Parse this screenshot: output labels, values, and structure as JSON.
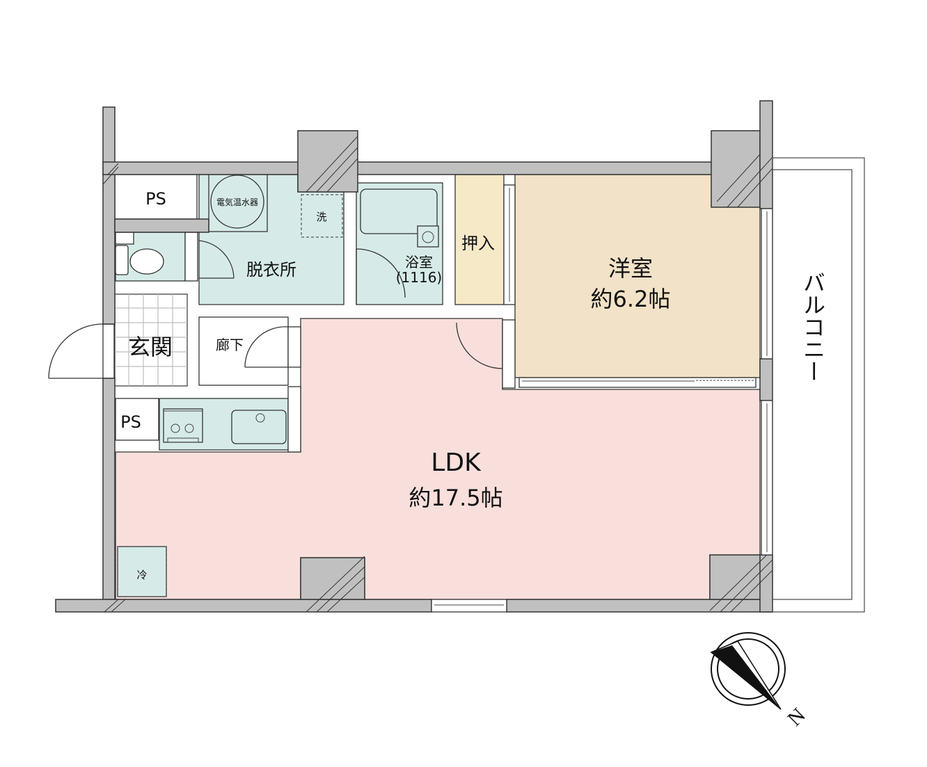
{
  "plan": {
    "rooms": {
      "ldk": {
        "name": "LDK",
        "size": "約17.5帖",
        "color": "#f8dfdc"
      },
      "western": {
        "name": "洋室",
        "size": "約6.2帖",
        "color": "#f2e2c7"
      },
      "closet": {
        "name": "押入",
        "color": "#f5e9c8"
      },
      "bath": {
        "name": "浴室",
        "size": "(1116)",
        "color": "#d6ebe8"
      },
      "dressing": {
        "name": "脱衣所",
        "color": "#d6ebe8"
      },
      "entrance": {
        "name": "玄関"
      },
      "hallway": {
        "name": "廊下"
      },
      "ps_top": {
        "name": "PS"
      },
      "ps_kitchen": {
        "name": "PS"
      },
      "balcony": {
        "name": "バルコニー"
      }
    },
    "fixtures": {
      "water_heater": "電気温水器",
      "washer": "洗",
      "fridge": "冷"
    },
    "compass": {
      "label": "N"
    },
    "colors": {
      "wall": "#c0c0c0",
      "wet_area": "#d6ebe8"
    }
  }
}
